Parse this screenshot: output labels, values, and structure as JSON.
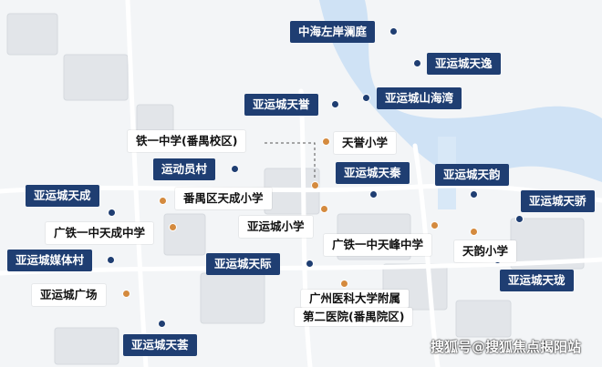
{
  "map": {
    "labels": {
      "zhonghai": "中海左岸澜庭",
      "tianyi": "亚运城天逸",
      "shanhaiwan": "亚运城山海湾",
      "tianyu": "亚运城天誉",
      "tieyi_panyu": "铁一中学(番禺校区)",
      "tianyu_school": "天誉小学",
      "athlete_village": "运动员村",
      "tianqin": "亚运城天秦",
      "tianyun": "亚运城天韵",
      "tiancheng": "亚运城天成",
      "tiancheng_school": "番禺区天成小学",
      "tianjiao": "亚运城天骄",
      "tiancheng_middle": "广铁一中天成中学",
      "yayuncheng_school": "亚运城小学",
      "tianfeng_middle": "广铁一中天峰中学",
      "tianyun_school": "天韵小学",
      "media_village": "亚运城媒体村",
      "tianji": "亚运城天际",
      "tianlong": "亚运城天珑",
      "plaza": "亚运城广场",
      "hospital_line1": "广州医科大学附属",
      "hospital_line2": "第二医院(番禺院区)",
      "tianhui": "亚运城天荟"
    },
    "colors": {
      "label_dark": "#1f3e72",
      "label_light": "#ffffff",
      "marker_residential": "#1f3e72",
      "marker_facility": "#d48a3e",
      "water": "#cfe2f5",
      "block": "#e2e5e9"
    }
  },
  "watermark": "搜狐号@搜狐焦点揭阳站"
}
